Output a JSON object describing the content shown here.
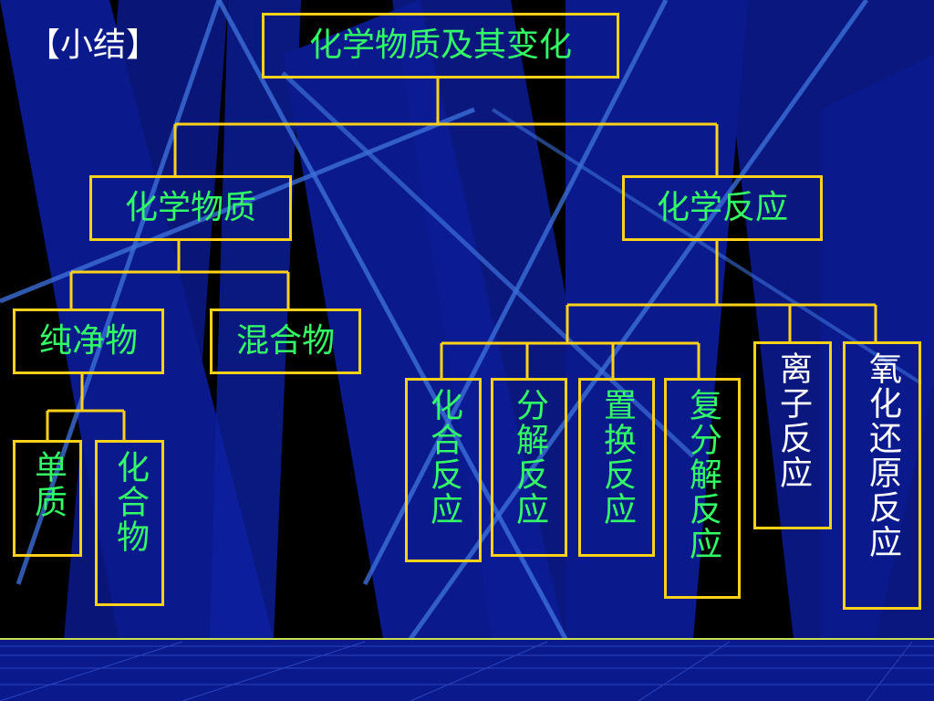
{
  "title": "【小结】",
  "nodes": {
    "root": "化学物质及其变化",
    "substance": "化学物质",
    "reaction": "化学反应",
    "pure": "纯净物",
    "mixture": "混合物",
    "element": "单质",
    "compound": "化合物",
    "combination": "化合反应",
    "decomposition": "分解反应",
    "displacement": "置换反应",
    "double_decomposition": "复分解反应",
    "ionic": "离子反应",
    "redox": "氧化还原反应"
  },
  "colors": {
    "box_border": "#ffd21a",
    "text_primary": "#33ff66",
    "text_secondary": "#ffffff",
    "background": "#000000"
  }
}
